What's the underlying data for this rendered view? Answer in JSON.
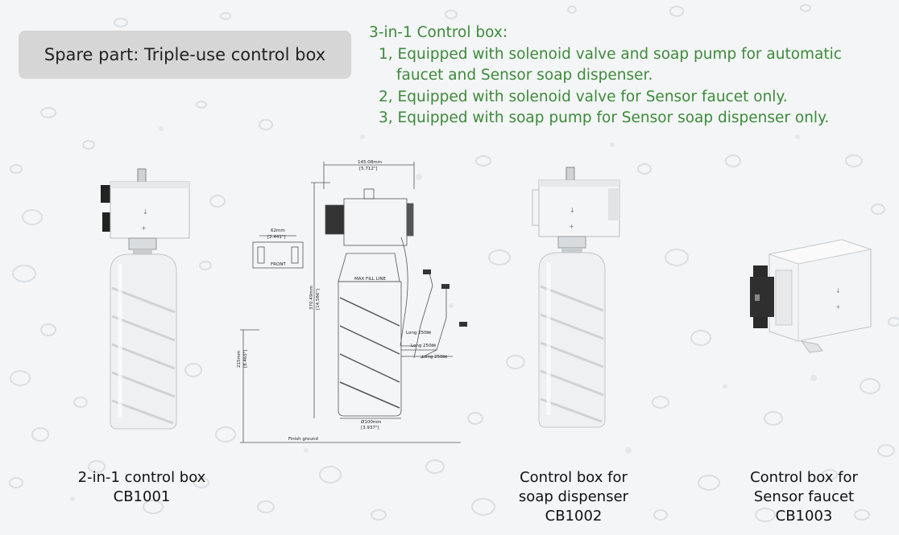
{
  "header": {
    "title": "Spare part: Triple-use control box"
  },
  "spec": {
    "heading": "3-in-1 Control box:",
    "items": [
      {
        "line1": "1, Equipped with solenoid valve and soap pump for automatic",
        "line2": "faucet and Sensor soap dispenser."
      },
      {
        "line1": "2, Equipped with solenoid valve for Sensor faucet only."
      },
      {
        "line1": "3, Equipped with soap pump for Sensor soap dispenser only."
      }
    ]
  },
  "drawing": {
    "width_top": "145.08mm",
    "width_top_in": "[5.712\"]",
    "inset_w": "62mm",
    "inset_w_in": "[2.441\"]",
    "height_total": "370.49mm",
    "height_total_in": "[14.586\"]",
    "height_mount": "215mm",
    "height_mount_in": "[8.465\"]",
    "base_w": "Ø100mm",
    "base_w_in": "[3.937\"]",
    "max_fill": "MAX FILL LINE",
    "front": "FRONT",
    "cable1": "Long 250㎜",
    "cable2": "Long 250㎜",
    "cable3": "Long 250㎜",
    "ground": "Finish ground"
  },
  "products": [
    {
      "line1": "2-in-1 control box",
      "code": "CB1001"
    },
    {
      "line1": "Control box for",
      "line2": "soap dispenser",
      "code": "CB1002"
    },
    {
      "line1": "Control box for",
      "line2": "Sensor faucet",
      "code": "CB1003"
    }
  ]
}
